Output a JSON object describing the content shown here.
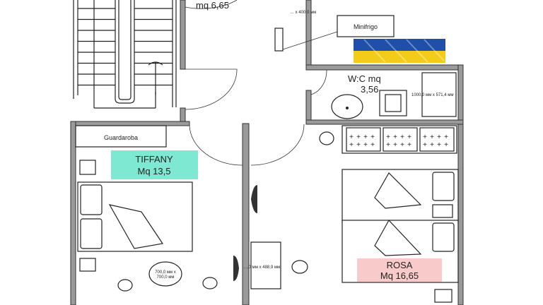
{
  "rooms": {
    "hall": {
      "label": "mq 6,65"
    },
    "wc": {
      "line1": "W:C mq",
      "line2": "3,56"
    },
    "tiffany": {
      "line1": "TIFFANY",
      "line2": "Mq 13,5",
      "color": "#7fe8d2"
    },
    "rosa": {
      "line1": "ROSA",
      "line2": "Mq 16,65",
      "color": "#f9caca"
    }
  },
  "labels": {
    "minifrigo": "Minifrigo",
    "guardaroba": "Guardaroba",
    "dim_top": "… x 400,0 мм",
    "dim_shower": "1000,0 мм x 571,4 мм",
    "dim_table_1": "700,0 мм x",
    "dim_table_2": "700,0 мм",
    "dim_desk": "…,0 мм x 488,9 мм"
  },
  "colors": {
    "flag_blue": "#1f4fa8",
    "flag_yellow": "#f3cc1a"
  }
}
